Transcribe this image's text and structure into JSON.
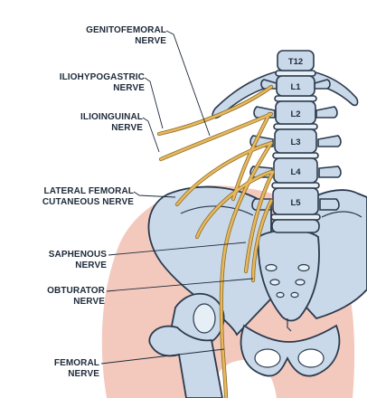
{
  "labels": {
    "genitofemoral": {
      "line1": "GENITOFEMORAL",
      "line2": "NERVE"
    },
    "iliohypogastric": {
      "line1": "ILIOHYPOGASTRIC",
      "line2": "NERVE"
    },
    "ilioinguinal": {
      "line1": "ILIOINGUINAL",
      "line2": "NERVE"
    },
    "lateral_femoral_cutaneous": {
      "line1": "LATERAL FEMORAL",
      "line2": "CUTANEOUS NERVE"
    },
    "saphenous": {
      "line1": "SAPHENOUS",
      "line2": "NERVE"
    },
    "obturator": {
      "line1": "OBTURATOR",
      "line2": "NERVE"
    },
    "femoral": {
      "line1": "FEMORAL",
      "line2": "NERVE"
    }
  },
  "vertebrae": [
    "T12",
    "L1",
    "L2",
    "L3",
    "L4",
    "L5"
  ],
  "colors": {
    "bone": "#c9d9ea",
    "bone_outline": "#2b3a4d",
    "disc": "#e6eef6",
    "nerve": "#e8b95c",
    "nerve_outline": "#8a6a2a",
    "skin": "#f3c9bd"
  }
}
